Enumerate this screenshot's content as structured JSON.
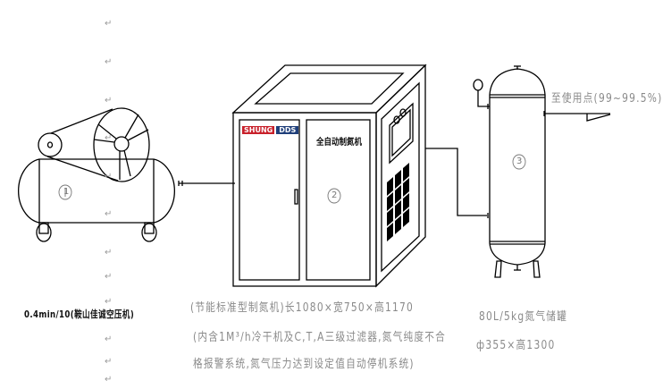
{
  "diagram": {
    "type": "process-flow",
    "colors": {
      "line": "#000000",
      "caption_gray": "#8a8a8a",
      "logo_red": "#c8202a",
      "logo_blue": "#1f3f7a"
    },
    "components": [
      {
        "id": 1,
        "name": "air-compressor",
        "marker": "1",
        "caption": "0.4min/10(鞍山佳诚空压机)"
      },
      {
        "id": 2,
        "name": "nitrogen-generator",
        "marker": "2",
        "logo_left": "SHUNG",
        "logo_right": "DDS",
        "panel_title": "全自动制氮机",
        "caption_lines": [
          "(节能标准型制氮机)长1080×宽750×高1170",
          "(内含1M³/h冷干机及C,T,A三级过滤器,氮气纯度不合",
          "格报警系统,氮气压力达到设定值自动停机系统)"
        ]
      },
      {
        "id": 3,
        "name": "nitrogen-storage-tank",
        "marker": "3",
        "caption_lines": [
          "80L/5kg氮气储罐",
          "ф355×高1300"
        ]
      }
    ],
    "outlet_label": "至使用点(99~99.5%)",
    "paragraph_mark": "↵"
  }
}
